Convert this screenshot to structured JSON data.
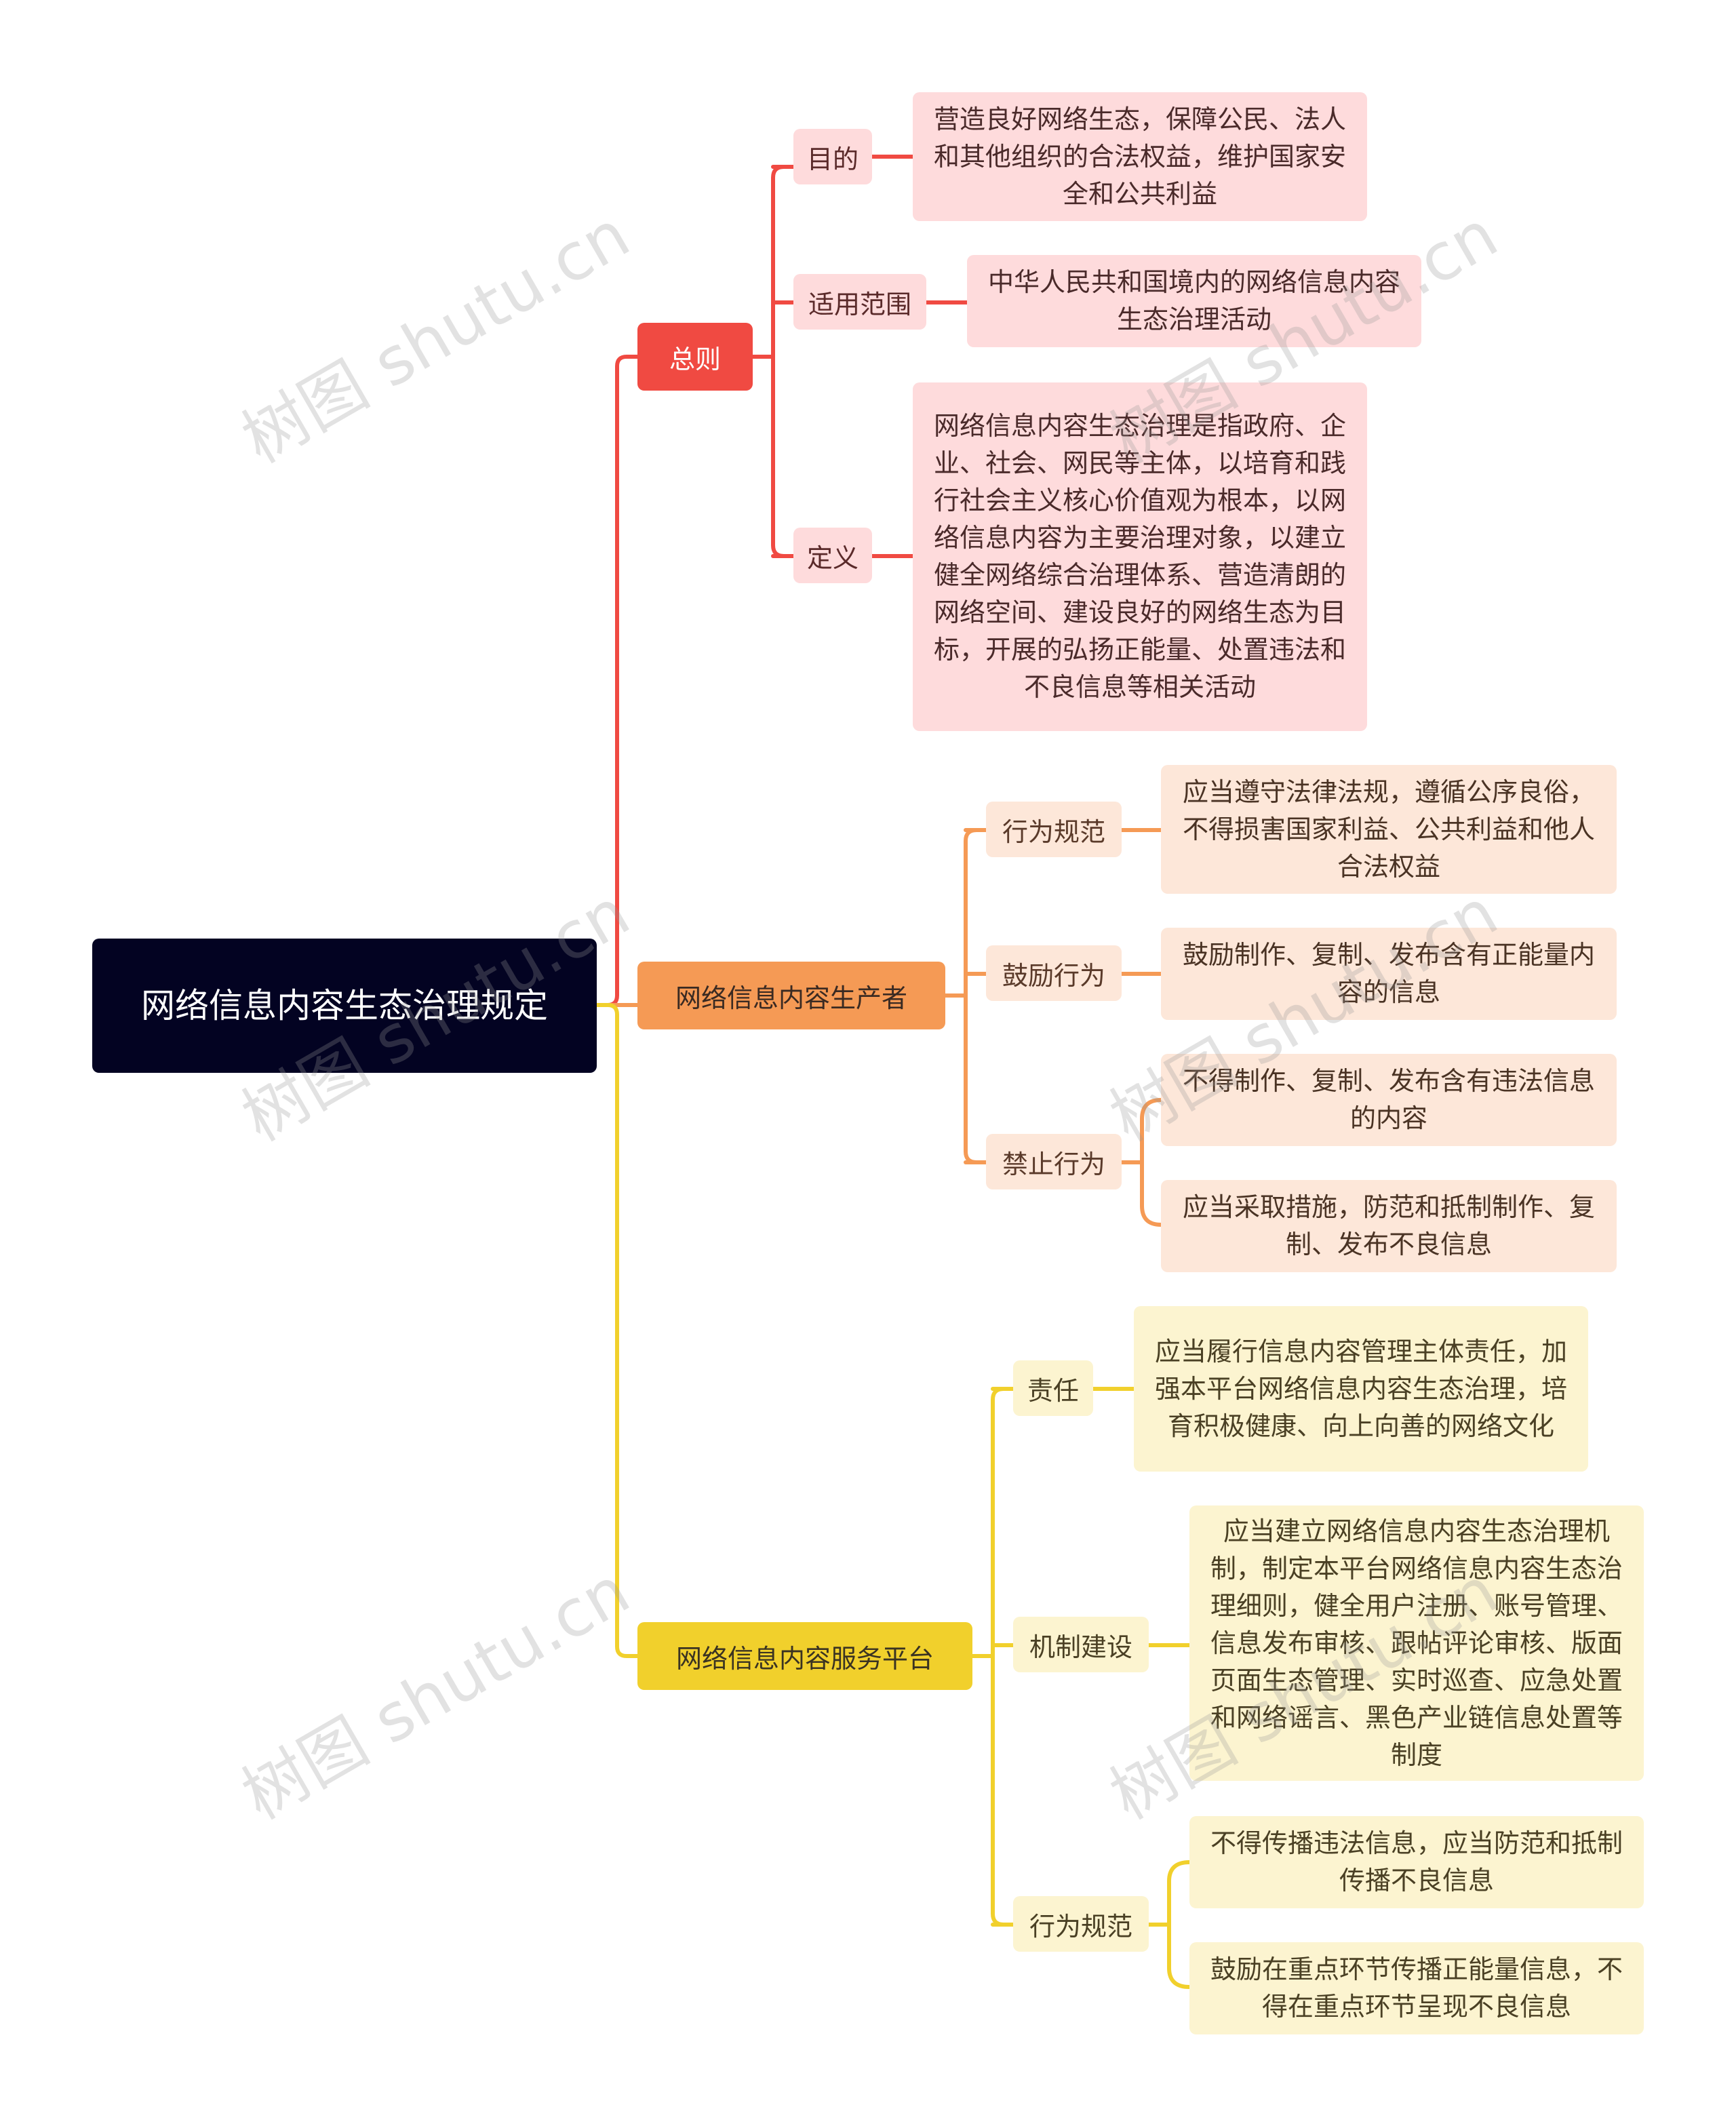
{
  "root": {
    "label": "网络信息内容生态治理规定"
  },
  "colors": {
    "red": "#f04a42",
    "orange": "#f59a55",
    "yellow": "#f1d02c",
    "root_bg": "#030322"
  },
  "branches": [
    {
      "label": "总则",
      "children": [
        {
          "label": "目的",
          "leaves": [
            "营造良好网络生态，保障公民、法人和其他组织的合法权益，维护国家安全和公共利益"
          ]
        },
        {
          "label": "适用范围",
          "leaves": [
            "中华人民共和国境内的网络信息内容生态治理活动"
          ]
        },
        {
          "label": "定义",
          "leaves": [
            "网络信息内容生态治理是指政府、企业、社会、网民等主体，以培育和践行社会主义核心价值观为根本，以网络信息内容为主要治理对象，以建立健全网络综合治理体系、营造清朗的网络空间、建设良好的网络生态为目标，开展的弘扬正能量、处置违法和不良信息等相关活动"
          ]
        }
      ]
    },
    {
      "label": "网络信息内容生产者",
      "children": [
        {
          "label": "行为规范",
          "leaves": [
            "应当遵守法律法规，遵循公序良俗，不得损害国家利益、公共利益和他人合法权益"
          ]
        },
        {
          "label": "鼓励行为",
          "leaves": [
            "鼓励制作、复制、发布含有正能量内容的信息"
          ]
        },
        {
          "label": "禁止行为",
          "leaves": [
            "不得制作、复制、发布含有违法信息的内容",
            "应当采取措施，防范和抵制制作、复制、发布不良信息"
          ]
        }
      ]
    },
    {
      "label": "网络信息内容服务平台",
      "children": [
        {
          "label": "责任",
          "leaves": [
            "应当履行信息内容管理主体责任，加强本平台网络信息内容生态治理，培育积极健康、向上向善的网络文化"
          ]
        },
        {
          "label": "机制建设",
          "leaves": [
            "应当建立网络信息内容生态治理机制，制定本平台网络信息内容生态治理细则，健全用户注册、账号管理、信息发布审核、跟帖评论审核、版面页面生态管理、实时巡查、应急处置和网络谣言、黑色产业链信息处置等制度"
          ]
        },
        {
          "label": "行为规范",
          "leaves": [
            "不得传播违法信息，应当防范和抵制传播不良信息",
            "鼓励在重点环节传播正能量信息，不得在重点环节呈现不良信息"
          ]
        }
      ]
    }
  ],
  "watermark": "树图 shutu.cn"
}
